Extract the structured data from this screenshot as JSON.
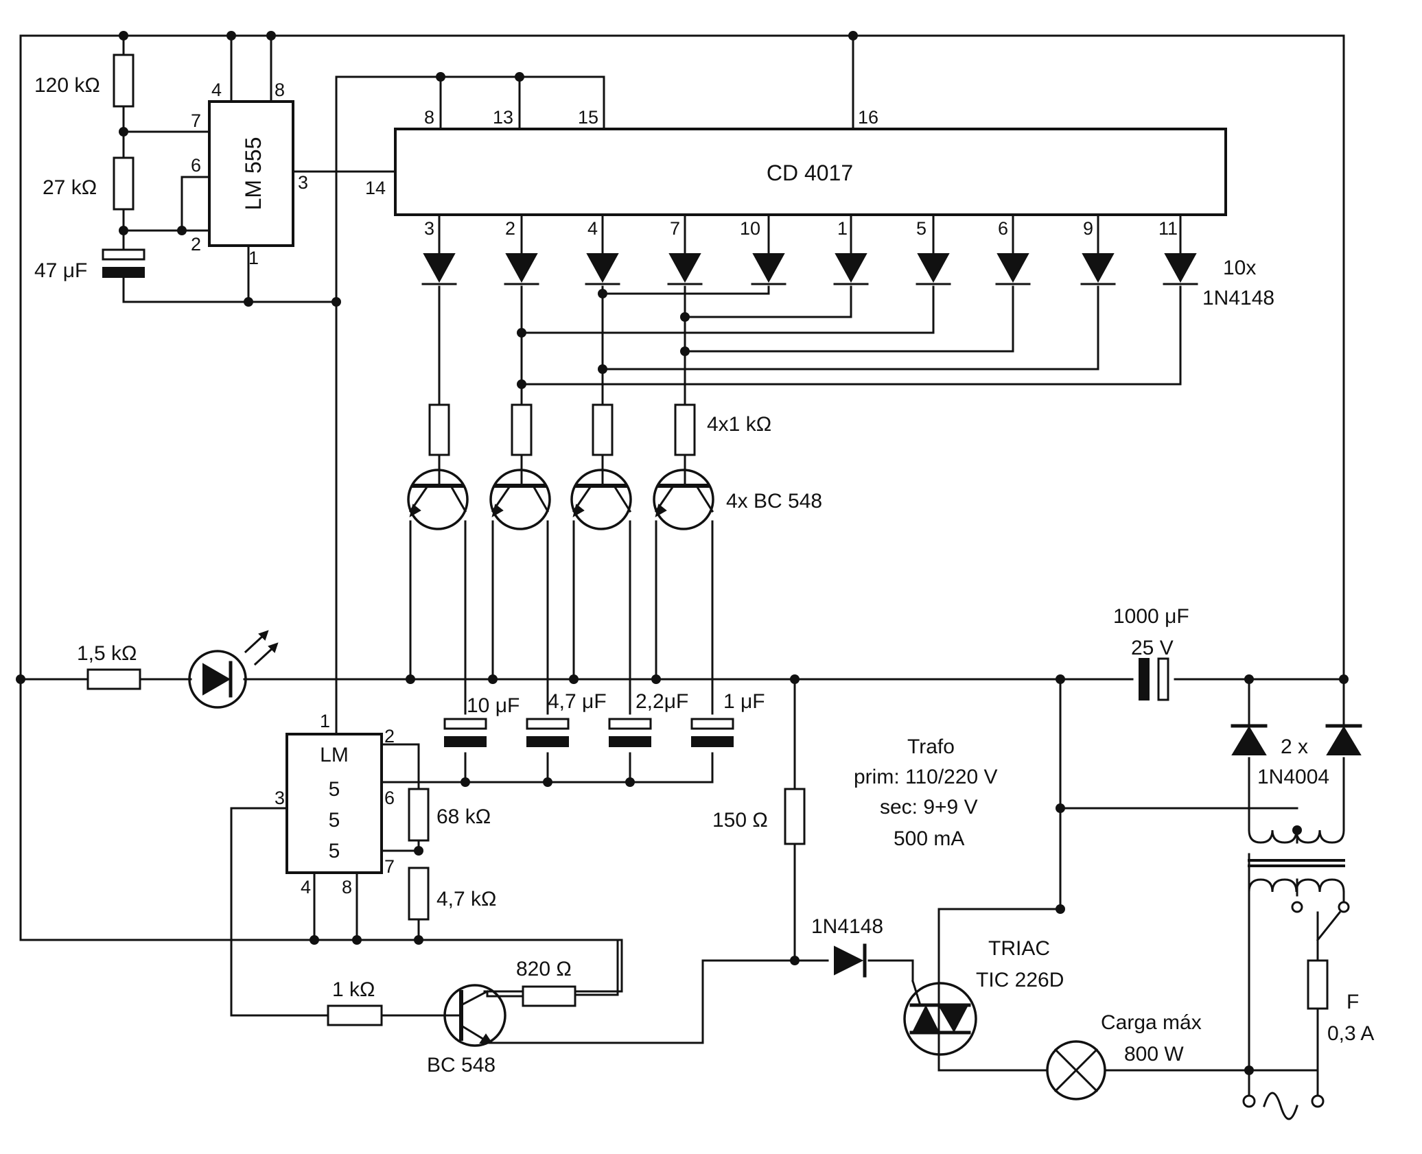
{
  "labels": {
    "r120k": "120 kΩ",
    "r27k": "27 kΩ",
    "c47u": "47 μF",
    "ic1": "LM 555",
    "ic2": "CD 4017",
    "d10x_a": "10x",
    "d10x_b": "1N4148",
    "r4x1k": "4x1 kΩ",
    "q4x": "4x BC 548",
    "r1k5": "1,5 kΩ",
    "c10u": "10 μF",
    "c4u7": "4,7 μF",
    "c2u2": "2,2μF",
    "c1u": "1 μF",
    "c1000_a": "1000 μF",
    "c1000_b": "25 V",
    "ic3_a": "LM",
    "ic3_b": "5",
    "ic3_c": "5",
    "ic3_d": "5",
    "r68k": "68 kΩ",
    "r4k7": "4,7 kΩ",
    "r150": "150 Ω",
    "trafo_a": "Trafo",
    "trafo_b": "prim: 110/220 V",
    "trafo_c": "sec: 9+9 V",
    "trafo_d": "500 mA",
    "d2x_a": "2 x",
    "d2x_b": "1N4004",
    "d1n4148": "1N4148",
    "triac_a": "TRIAC",
    "triac_b": "TIC 226D",
    "load_a": "Carga máx",
    "load_b": "800 W",
    "fuse_a": "F",
    "fuse_b": "0,3 A",
    "r1k": "1 kΩ",
    "r820": "820 Ω",
    "q5": "BC 548"
  },
  "pins": {
    "u1_4": "4",
    "u1_8": "8",
    "u1_7": "7",
    "u1_6": "6",
    "u1_2": "2",
    "u1_1": "1",
    "u1_3": "3",
    "u2_8": "8",
    "u2_13": "13",
    "u2_15": "15",
    "u2_16": "16",
    "u2_14": "14",
    "u2_out": [
      "3",
      "2",
      "4",
      "7",
      "10",
      "1",
      "5",
      "6",
      "9",
      "11"
    ],
    "u3_1": "1",
    "u3_2": "2",
    "u3_3": "3",
    "u3_6": "6",
    "u3_7": "7",
    "u3_4": "4",
    "u3_8": "8"
  },
  "icons": {
    "led": "led-icon",
    "diode": "diode-icon",
    "transistor": "npn-transistor-icon",
    "triac": "triac-icon",
    "lamp": "lamp-icon",
    "transformer": "transformer-icon",
    "ac_source": "ac-source-icon",
    "switch": "switch-icon",
    "fuse": "fuse-icon"
  }
}
